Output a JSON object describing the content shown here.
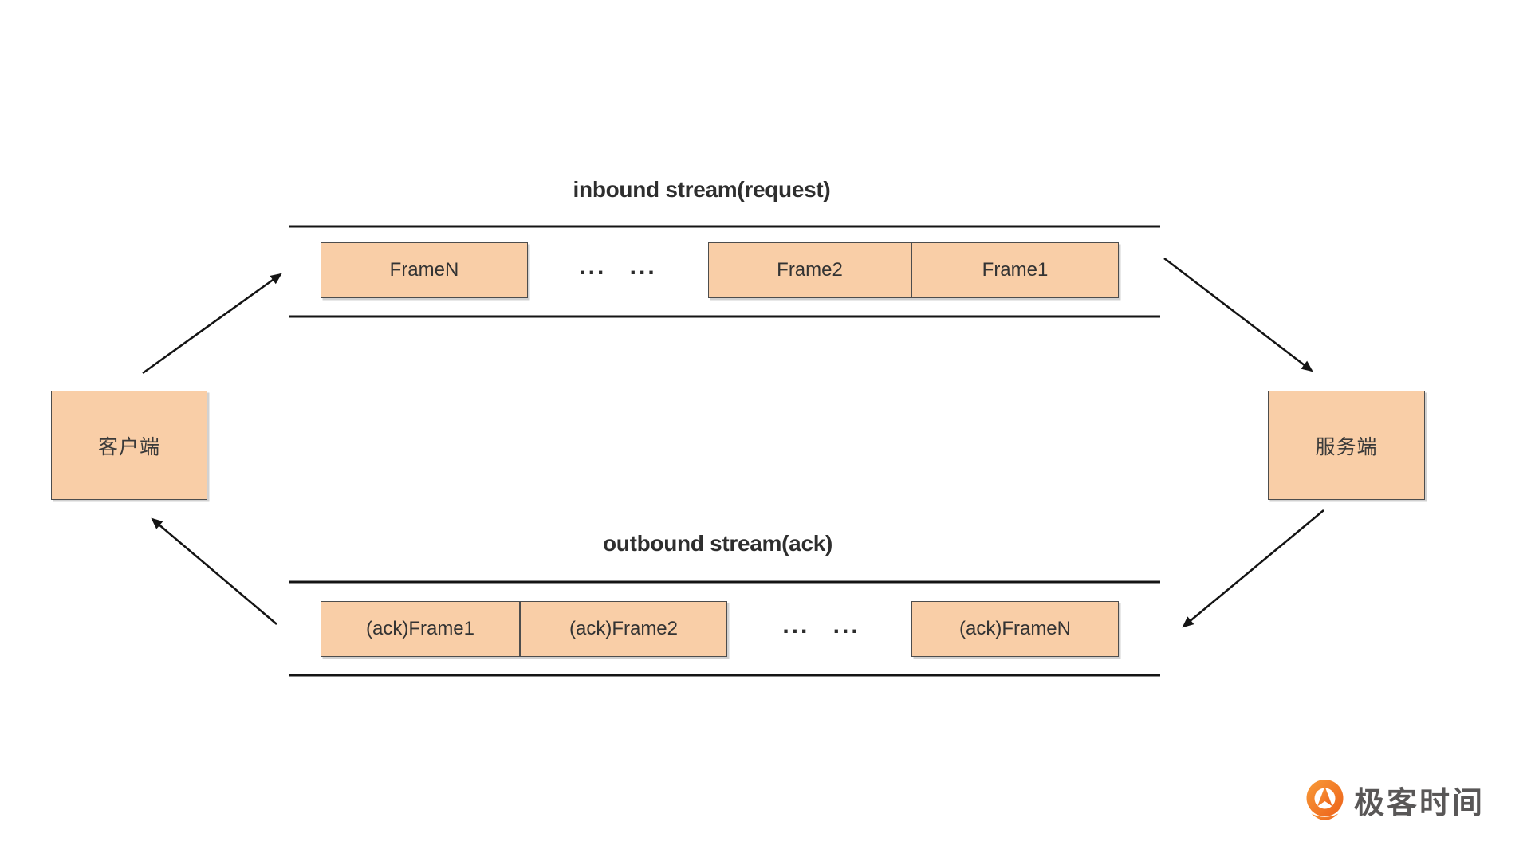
{
  "inbound": {
    "title": "inbound stream(request)",
    "frames": {
      "frameN": "FrameN",
      "dots": "... ...",
      "frame2": "Frame2",
      "frame1": "Frame1"
    }
  },
  "outbound": {
    "title": "outbound stream(ack)",
    "frames": {
      "ack_frame1": "(ack)Frame1",
      "ack_frame2": "(ack)Frame2",
      "dots": "... ...",
      "ack_frameN": "(ack)FrameN"
    }
  },
  "nodes": {
    "client": "客户端",
    "server": "服务端"
  },
  "branding": {
    "logo_text": "极客时间"
  },
  "colors": {
    "frame_fill": "#F9CEA7",
    "frame_border": "#4D4D4D",
    "line": "#141414",
    "title_color": "#2E2E2E",
    "frame_text": "#333333",
    "logo_orange": "#ED611A",
    "logo_orange_light": "#F89B38",
    "logo_text_color": "#595757"
  }
}
